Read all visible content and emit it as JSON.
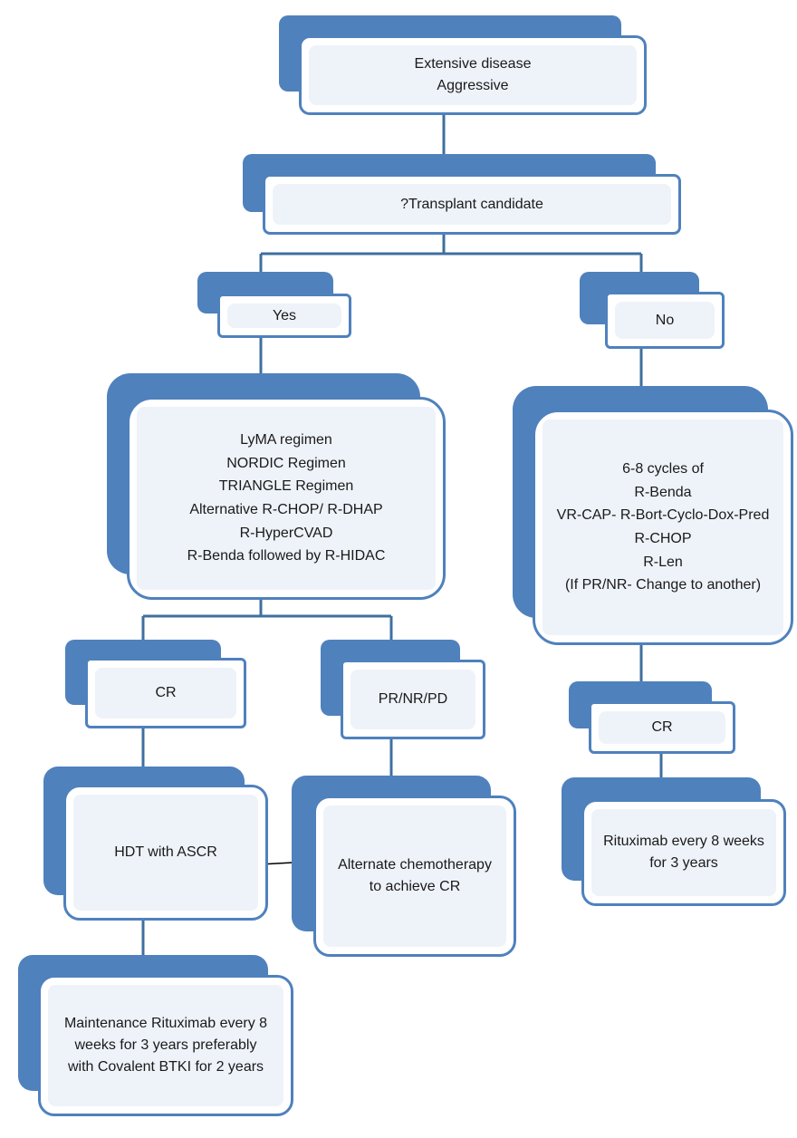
{
  "nodes": {
    "extensive": {
      "lines": [
        "Extensive disease",
        "Aggressive"
      ]
    },
    "transplant": {
      "lines": [
        "?Transplant candidate"
      ]
    },
    "yes": {
      "lines": [
        "Yes"
      ]
    },
    "no": {
      "lines": [
        "No"
      ]
    },
    "yes_regimens": {
      "lines": [
        "LyMA regimen",
        "NORDIC Regimen",
        "TRIANGLE Regimen",
        "Alternative R-CHOP/ R-DHAP",
        "R-HyperCVAD",
        "R-Benda followed by R-HIDAC"
      ]
    },
    "no_regimens": {
      "lines": [
        "6-8 cycles of",
        "R-Benda",
        "VR-CAP- R-Bort-Cyclo-Dox-Pred",
        "R-CHOP",
        "R-Len",
        "(If PR/NR- Change to another)"
      ]
    },
    "cr_left": {
      "lines": [
        "CR"
      ]
    },
    "pr_nr_pd": {
      "lines": [
        "PR/NR/PD"
      ]
    },
    "cr_right": {
      "lines": [
        "CR"
      ]
    },
    "hdt": {
      "lines": [
        "HDT with ASCR"
      ]
    },
    "alternate_chemo": {
      "lines": [
        "Alternate chemotherapy",
        "to achieve CR"
      ]
    },
    "rituximab_right": {
      "lines": [
        "Rituximab every 8 weeks",
        "for 3 years"
      ]
    },
    "maintenance": {
      "lines": [
        "Maintenance Rituximab every 8",
        "weeks for 3 years preferably",
        "with Covalent BTKI for 2 years"
      ]
    }
  },
  "colors": {
    "accent": "#4f81bd",
    "fill": "#eef3fa"
  }
}
